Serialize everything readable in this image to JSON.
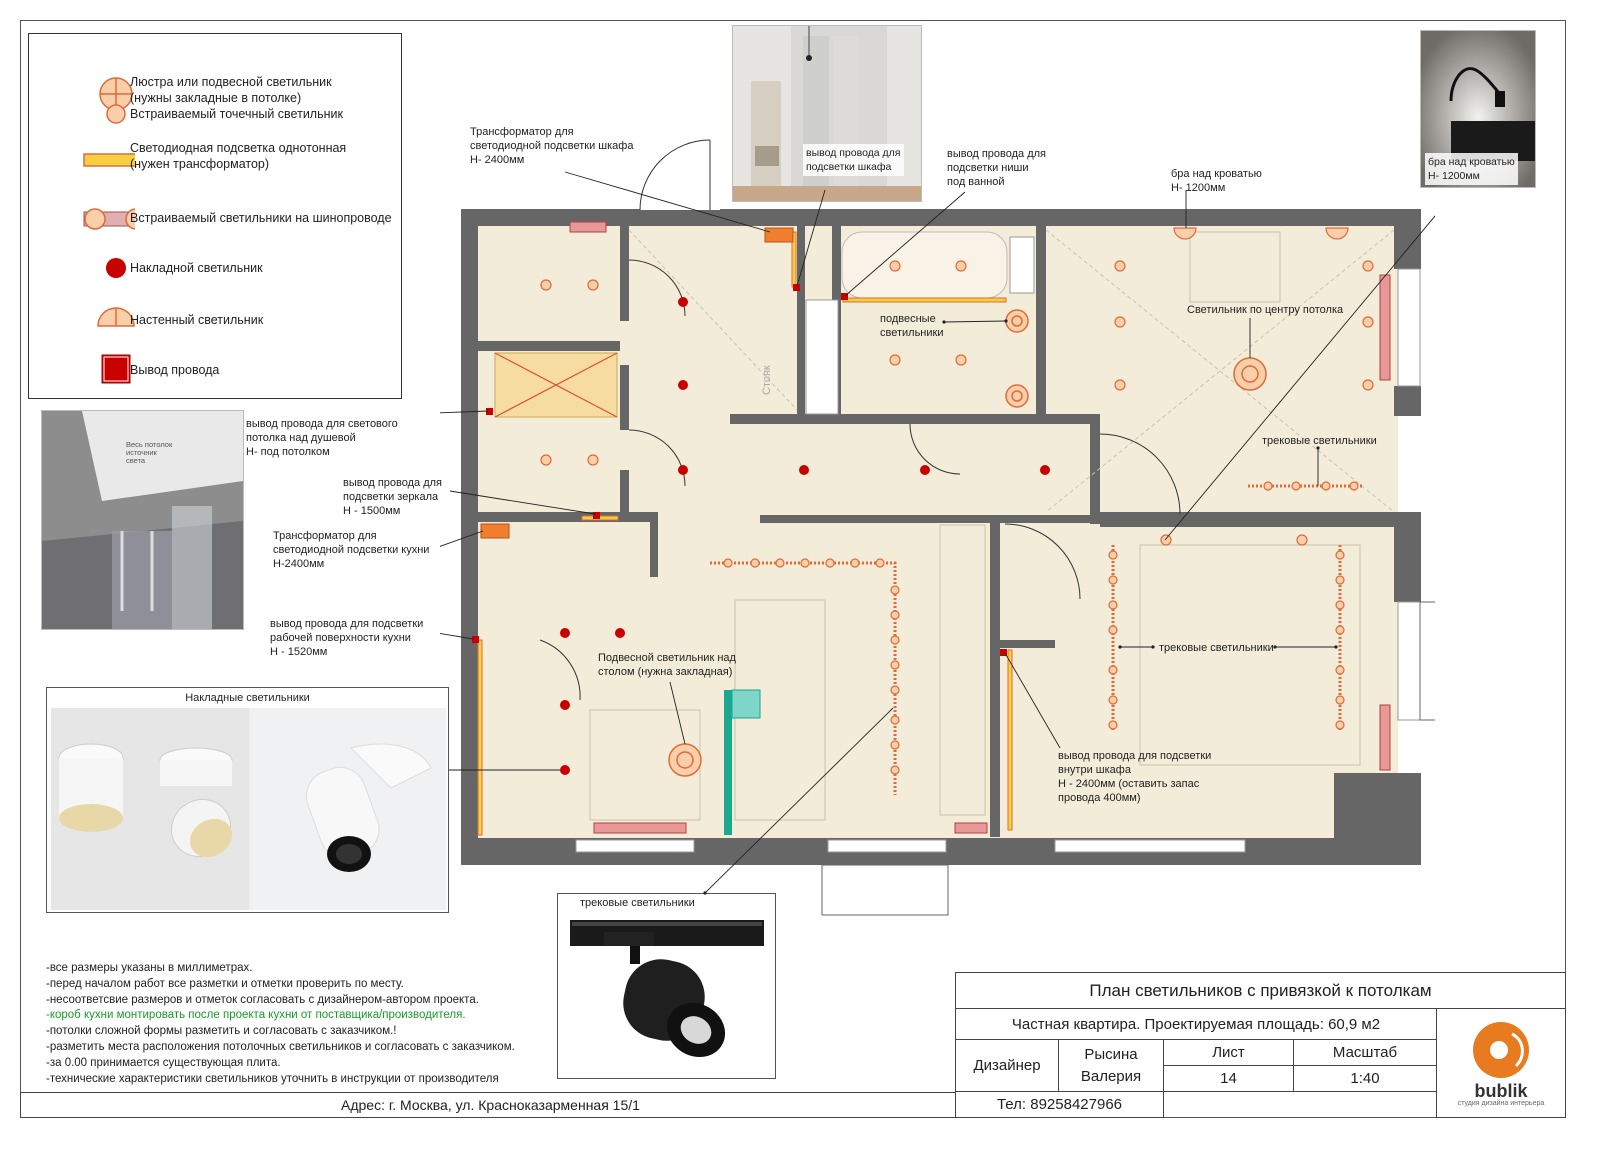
{
  "legend": {
    "items": [
      {
        "label": "Люстра или подвесной светильник\n(нужны закладные в потолке)",
        "icon": "chandelier-icon"
      },
      {
        "label": "Встраиваемый точечный светильник",
        "icon": "recessed-spot-icon"
      },
      {
        "label": "Светодиодная подсветка однотонная\n(нужен трансформатор)",
        "icon": "led-strip-icon"
      },
      {
        "label": "Встраиваемый светильники на шинопроводе",
        "icon": "track-light-icon"
      },
      {
        "label": "Накладной светильник",
        "icon": "surface-light-icon"
      },
      {
        "label": "Настенный светильник",
        "icon": "wall-light-icon"
      },
      {
        "label": "Вывод провода",
        "icon": "wire-outlet-icon"
      }
    ]
  },
  "photos": {
    "wardrobe_label": "вывод провода для\nподсветки шкафа",
    "sconce_label": "бра над кроватью\nН- 1200мм",
    "shower_inner": "Весь потолок\nисточник\nсвета",
    "surface_title": "Накладные светильники",
    "track_title": "трековые светильники"
  },
  "annotations": {
    "transformer_wardrobe": "Трансформатор для\nсветодиодной подсветки шкафа\nН- 2400мм",
    "niche_wire": "вывод провода для\nподсветки ниши\nпод ванной",
    "sconce": "бра над кроватью\nН- 1200мм",
    "pendant_bath": "подвесные\nсветильники",
    "ceiling_center": "Светильник по центру потолка",
    "track_bedroom": "трековые светильники",
    "shower_wire": "вывод провода для светового\nпотолка над душевой\nН- под потолком",
    "mirror_wire": "вывод провода для\nподсветки зеркала\nН - 1500мм",
    "kitchen_transformer": "Трансформатор для\nсветодиодной подсветки кухни\nН-2400мм",
    "kitchen_wire": "вывод провода для подсветки\nрабочей поверхности кухни\nН - 1520мм",
    "table_pendant": "Подвесной светильник над\nстолом (нужна закладная)",
    "track_living": "трековые светильники",
    "closet_wire": "вывод провода для подсветки\nвнутри шкафа\nН - 2400мм (оставить запас\nпровода 400мм)",
    "toilet_label": "Стояк"
  },
  "notes": [
    {
      "text": "-все размеры указаны в миллиметрах.",
      "color": "#222222"
    },
    {
      "text": "-перед началом работ все разметки и отметки проверить по месту.",
      "color": "#222222"
    },
    {
      "text": "-несоответсвие размеров и отметок согласовать с дизайнером-автором проекта.",
      "color": "#222222"
    },
    {
      "text": "-короб кухни монтировать после проекта кухни от поставщика/производителя.",
      "color": "#1a9a2a"
    },
    {
      "text": "-потолки сложной формы разметить и согласовать с заказчиком.!",
      "color": "#222222"
    },
    {
      "text": "-разметить места расположения потолочных светильников и согласовать с заказчиком.",
      "color": "#222222"
    },
    {
      "text": "-за 0.00 принимается существующая плита.",
      "color": "#222222"
    },
    {
      "text": "-технические характеристики светильников уточнить в инструкции от производителя",
      "color": "#222222"
    }
  ],
  "title_block": {
    "title": "План светильников с привязкой к потолкам",
    "subtitle": "Частная квартира. Проектируемая площадь: 60,9 м2",
    "designer_label": "Дизайнер",
    "designer_name": "Рысина\nВалерия",
    "sheet_label": "Лист",
    "sheet_value": "14",
    "scale_label": "Масштаб",
    "scale_value": "1:40",
    "phone": "Тел: 89258427966",
    "logo_text": "bublik",
    "logo_sub": "студия дизайна интерьера"
  },
  "address": "Адрес: г. Москва, ул. Красноказарменная 15/1",
  "colors": {
    "wall": "#666666",
    "floor": "#f3ecd9",
    "red": "#c80000",
    "orange": "#e07040",
    "led": "#f6d040",
    "teal": "#1aa890",
    "logo": "#e87a20"
  }
}
